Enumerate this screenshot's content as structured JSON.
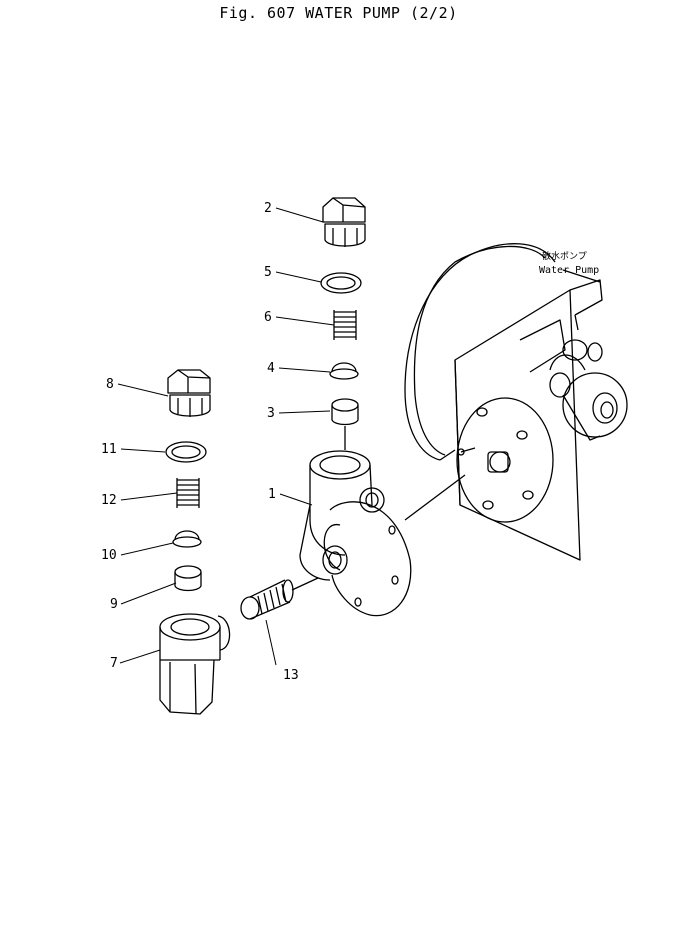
{
  "title": "Fig. 607  WATER PUMP (2/2)",
  "callout": {
    "japanese": "散水ポンプ",
    "english": "Water Pump"
  },
  "parts": [
    {
      "id": "1"
    },
    {
      "id": "2"
    },
    {
      "id": "3"
    },
    {
      "id": "4"
    },
    {
      "id": "5"
    },
    {
      "id": "6"
    },
    {
      "id": "7"
    },
    {
      "id": "8"
    },
    {
      "id": "9"
    },
    {
      "id": "10"
    },
    {
      "id": "11"
    },
    {
      "id": "12"
    },
    {
      "id": "13"
    }
  ]
}
